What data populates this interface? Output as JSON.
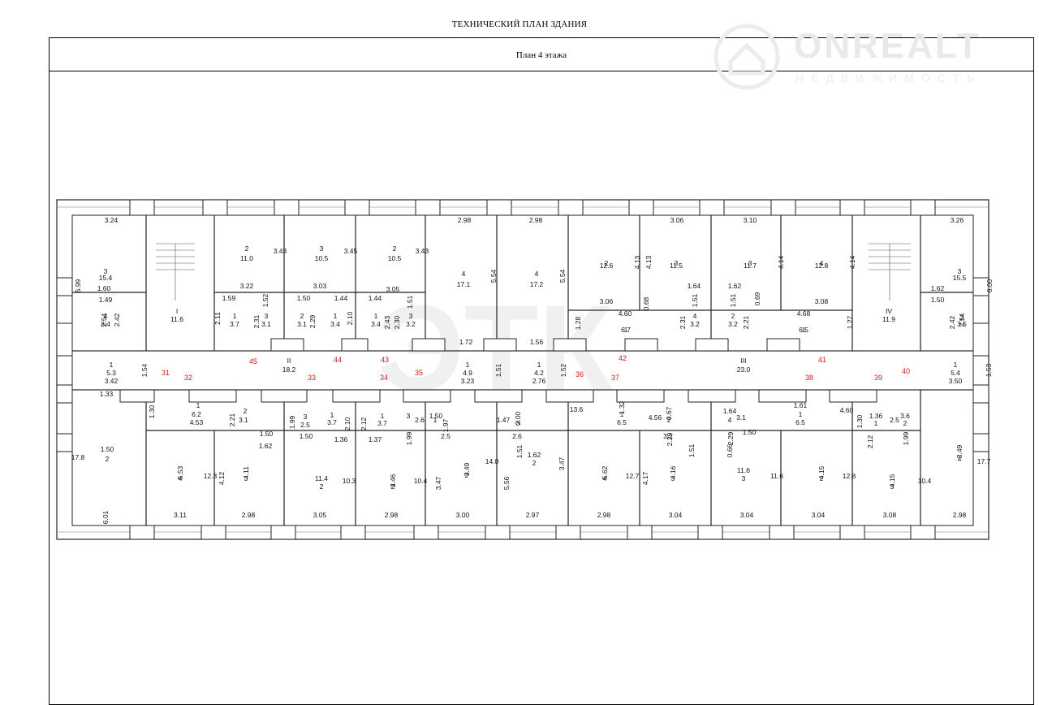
{
  "document": {
    "title": "ТЕХНИЧЕСКИЙ ПЛАН ЗДАНИЯ",
    "subtitle": "План 4 этажа"
  },
  "watermark": {
    "brand": "ONREALT",
    "tagline": "НЕДВИЖИМОСТЬ",
    "center_mark": "ЭТК"
  },
  "colors": {
    "wall_fill": "#ffffff",
    "wall_stroke": "#222222",
    "axis_numbers": "#d01a1a",
    "watermark": "#e6e6e6"
  },
  "floor_labels": [
    "3.24",
    "3.43",
    "3.45",
    "3.43",
    "2.98",
    "2.98",
    "3.06",
    "3.10",
    "3.26",
    "3",
    "15.4",
    "5.99",
    "1.60",
    "1.49",
    "2.54",
    "2.42",
    "4",
    "3.4",
    "I",
    "11.6",
    "2",
    "11.0",
    "1.59",
    "3.22",
    "2.11",
    "1",
    "3.7",
    "1.52",
    "3",
    "2.31",
    "3.1",
    "3",
    "10.5",
    "3.03",
    "1.50",
    "2.29",
    "2",
    "3.1",
    "1.44",
    "1",
    "3.4",
    "2.10",
    "2",
    "10.5",
    "3.05",
    "1.44",
    "1",
    "3.4",
    "2.43",
    "2.30",
    "3",
    "3.2",
    "1.51",
    "4",
    "17.1",
    "5.54",
    "4",
    "17.2",
    "5.54",
    "1.28",
    "2",
    "12.6",
    "4.13",
    "4.13",
    "3",
    "11.5",
    "3.06",
    "4.60",
    "0.68",
    "1.64",
    "1.51",
    "4",
    "2.31",
    "3.2",
    "1",
    "6.7",
    "3",
    "11.7",
    "4.14",
    "1.62",
    "0.69",
    "1.51",
    "2",
    "3.2",
    "2.21",
    "4",
    "12.8",
    "4.14",
    "4.68",
    "3.08",
    "1",
    "6.5",
    "1.27",
    "IV",
    "11.9",
    "3",
    "15.5",
    "6.00",
    "1.62",
    "1.50",
    "2",
    "3.5",
    "2.42",
    "2.54",
    "1.72",
    "1.56",
    "1",
    "5.3",
    "3.42",
    "1.33",
    "1.54",
    "II",
    "18.2",
    "1",
    "4.9",
    "3.23",
    "1.51",
    "1",
    "4.2",
    "2.76",
    "1.52",
    "III",
    "23.0",
    "1",
    "5.4",
    "3.50",
    "1.53",
    "1.30",
    "1",
    "6.2",
    "4.53",
    "2",
    "2.21",
    "3.1",
    "1.50",
    "1.62",
    "1.99",
    "3",
    "2.5",
    "1.50",
    "1",
    "3.7",
    "1.36",
    "2.10",
    "2.12",
    "1.37",
    "1",
    "3.7",
    "3",
    "2.6",
    "1.99",
    "1.50",
    "1",
    "1.97",
    "2.5",
    "1.47",
    "2.00",
    "3",
    "2.6",
    "1.51",
    "1.62",
    "2",
    "13.6",
    "1.32",
    "1",
    "6.5",
    "4.56",
    "2.29",
    "0.67",
    "2",
    "3.2",
    "1.51",
    "1.64",
    "4",
    "3.1",
    "2.29",
    "1.50",
    "0.66",
    "1.61",
    "1",
    "6.5",
    "4.60",
    "1.30",
    "2.12",
    "1.36",
    "1",
    "3.6",
    "2",
    "2.5",
    "1.99",
    "1.50",
    "2",
    "17.8",
    "5.53",
    "4",
    "12.3",
    "4.12",
    "4.11",
    "3",
    "11.4",
    "2",
    "10.3",
    "3.46",
    "2",
    "10.4",
    "3.47",
    "3.49",
    "2",
    "14.0",
    "5.56",
    "3.47",
    "5.62",
    "4",
    "12.7",
    "4.17",
    "4.16",
    "3",
    "11.6",
    "3",
    "11.6",
    "4.15",
    "2",
    "12.8",
    "4.15",
    "3",
    "10.4",
    "3.49",
    "4",
    "17.7",
    "6.01",
    "3.11",
    "2.98",
    "3.05",
    "2.98",
    "3.00",
    "2.97",
    "2.98",
    "3.04",
    "3.04",
    "3.04",
    "3.08",
    "2.98",
    "3.00"
  ],
  "axis_numbers": [
    "31",
    "32",
    "33",
    "34",
    "35",
    "36",
    "37",
    "38",
    "39",
    "40",
    "41",
    "42",
    "43",
    "44",
    "45"
  ]
}
